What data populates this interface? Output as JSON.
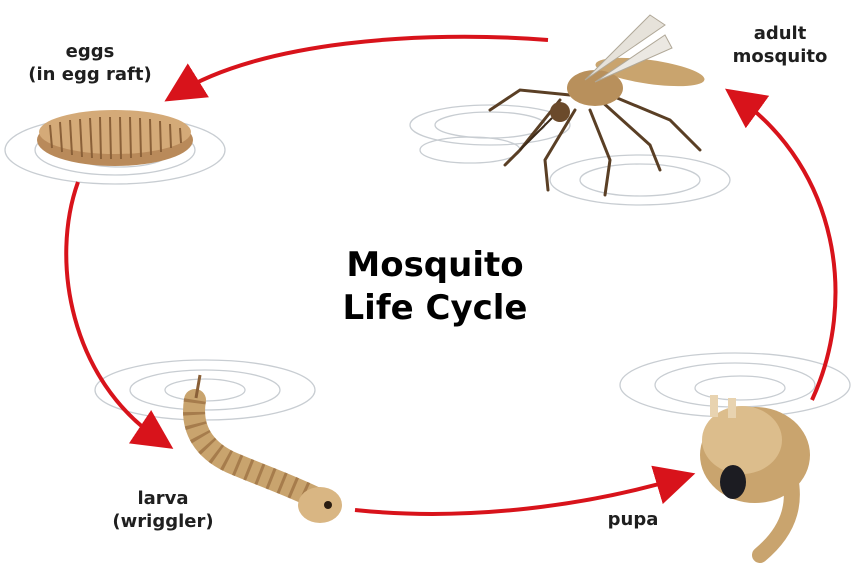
{
  "title": {
    "line1": "Mosquito",
    "line2": "Life Cycle"
  },
  "stages": {
    "eggs": {
      "line1": "eggs",
      "line2": "(in egg raft)"
    },
    "adult": {
      "line1": "adult",
      "line2": "mosquito"
    },
    "larva": {
      "line1": "larva",
      "line2": "(wriggler)"
    },
    "pupa": {
      "line1": "pupa"
    }
  },
  "colors": {
    "arrow": "#d8131b",
    "body": "#c9a46e",
    "dark": "#6b4a2b",
    "ripple": "#c8cdd2"
  }
}
